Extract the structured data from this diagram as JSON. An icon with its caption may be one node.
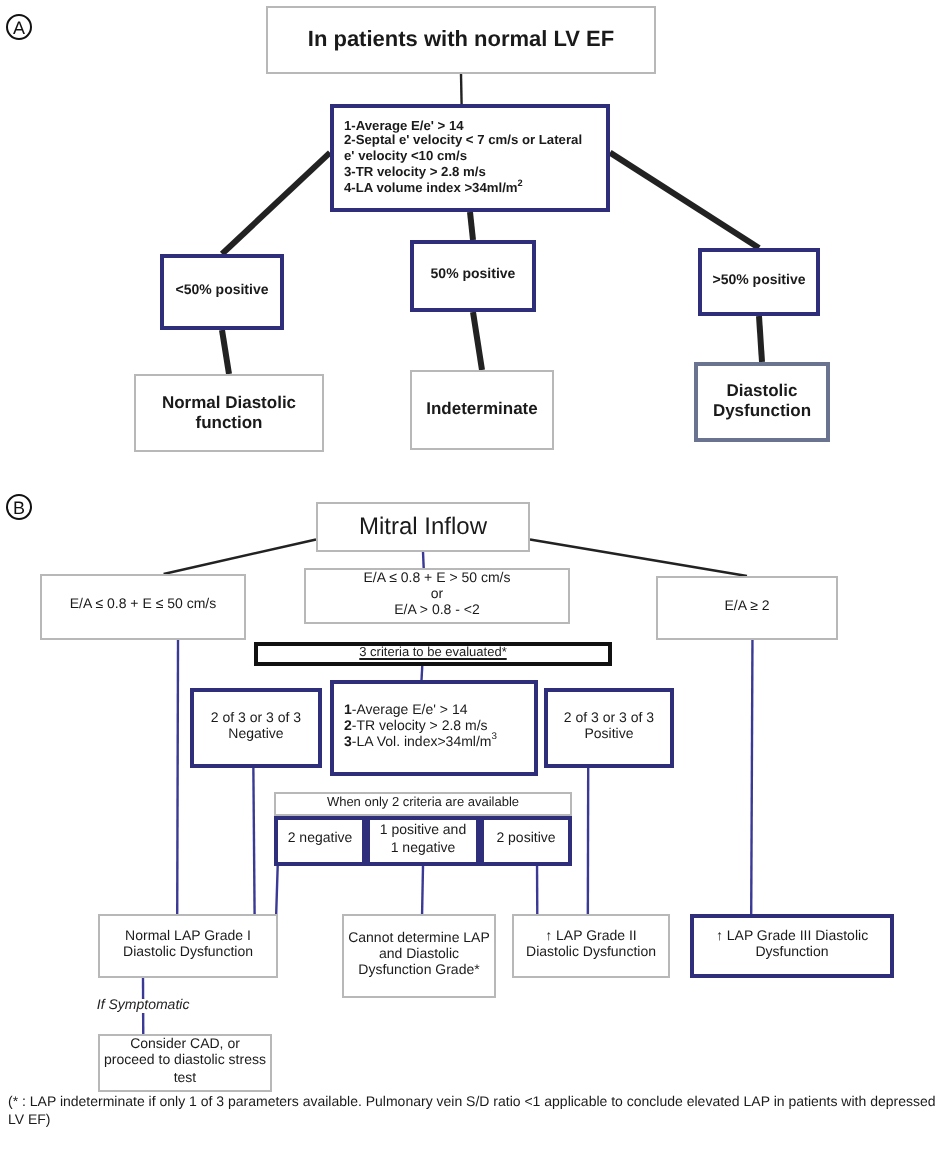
{
  "diagram": {
    "nodes": [
      {
        "text": [
          "In patients with normal LV EF"
        ]
      },
      {
        "text": [
          "1-Average E/e' > 14",
          "2-Septal e' velocity < 7 cm/s or Lateral e' velocity <10 cm/s",
          "3-TR velocity > 2.8 m/s",
          "4-LA volume index >34ml/m$^{2}$"
        ]
      },
      {
        "text": [
          "<50% positive"
        ]
      },
      {
        "text": [
          "50% positive"
        ]
      },
      {
        "text": [
          ">50% positive"
        ]
      },
      {
        "text": [
          "Normal Diastolic function"
        ]
      },
      {
        "text": [
          "Indeterminate"
        ]
      },
      {
        "text": [
          "Diastolic Dysfunction"
        ]
      },
      {
        "text": [
          "Mitral Inflow"
        ]
      },
      {
        "text": [
          "E/A ≤ 0.8 + E ≤ 50 cm/s"
        ]
      },
      {
        "text": [
          "E/A ≤ 0.8 + E > 50 cm/s",
          "or",
          "E/A > 0.8 - <2"
        ]
      },
      {
        "text": [
          "E/A ≥ 2"
        ]
      },
      {
        "text": [
          "3 criteria to be evaluated*"
        ]
      },
      {
        "text": [
          "2 of 3 or 3 of 3 Negative"
        ]
      },
      {
        "text": [
          "**1**-Average E/e' > 14",
          "**2**-TR velocity > 2.8 m/s",
          "**3**-LA Vol. index>34ml/m$^{3}$"
        ]
      },
      {
        "text": [
          "2 of 3 or 3 of 3 Positive"
        ]
      },
      {
        "text": [
          "When only 2 criteria are available"
        ]
      },
      {
        "text": [
          "2 negative"
        ]
      },
      {
        "text": [
          "1 positive and 1 negative"
        ]
      },
      {
        "text": [
          "2 positive"
        ]
      },
      {
        "text": [
          "Normal LAP Grade I Diastolic Dysfunction"
        ]
      },
      {
        "text": [
          "Cannot determine LAP and Diastolic Dysfunction Grade*"
        ]
      },
      {
        "text": [
          "↑ LAP Grade II Diastolic Dysfunction"
        ]
      },
      {
        "text": [
          "↑ LAP Grade III Diastolic Dysfunction"
        ]
      },
      {
        "text": [
          "Consider CAD, or proceed to diastolic stress test"
        ]
      }
    ],
    "edges": [
      {
        "from": 0,
        "to": 1,
        "arrow": "none",
        "color": "#222222"
      },
      {
        "from": 1,
        "to": 2,
        "arrow": "none",
        "style": "thick",
        "color": "#222222"
      },
      {
        "from": 1,
        "to": 3,
        "arrow": "none",
        "style": "thick",
        "color": "#222222"
      },
      {
        "from": 1,
        "to": 4,
        "arrow": "none",
        "style": "thick",
        "color": "#222222"
      },
      {
        "from": 2,
        "to": 5,
        "arrow": "none",
        "style": "thick",
        "color": "#222222"
      },
      {
        "from": 3,
        "to": 6,
        "arrow": "none",
        "style": "thick",
        "color": "#222222"
      },
      {
        "from": 4,
        "to": 7,
        "arrow": "none",
        "style": "thick",
        "color": "#222222"
      },
      {
        "from": 8,
        "to": 9,
        "arrow": "none",
        "color": "#222222"
      },
      {
        "from": 8,
        "to": 10,
        "arrow": "none"
      },
      {
        "from": 8,
        "to": 11,
        "arrow": "none",
        "color": "#222222"
      },
      {
        "from": 9,
        "to": 20,
        "arrow": "none"
      },
      {
        "from": 12,
        "to": 14,
        "arrow": "none"
      },
      {
        "from": 13,
        "to": 20,
        "arrow": "none"
      },
      {
        "from": 15,
        "to": 22,
        "arrow": "none"
      },
      {
        "from": 17,
        "to": 20,
        "arrow": "none"
      },
      {
        "from": 18,
        "to": 21,
        "arrow": "none"
      },
      {
        "from": 19,
        "to": 22,
        "arrow": "none"
      },
      {
        "from": 11,
        "to": 23,
        "arrow": "none"
      },
      {
        "from": 20,
        "to": 24,
        "arrow": "none",
        "label": "If Symptomatic"
      }
    ],
    "labels": [
      "A",
      "B",
      "(* : LAP indeterminate if only 1 of 3 parameters available. Pulmonary vein S/D ratio <1 applicable to conclude elevated LAP in patients with depressed LV EF)"
    ]
  }
}
